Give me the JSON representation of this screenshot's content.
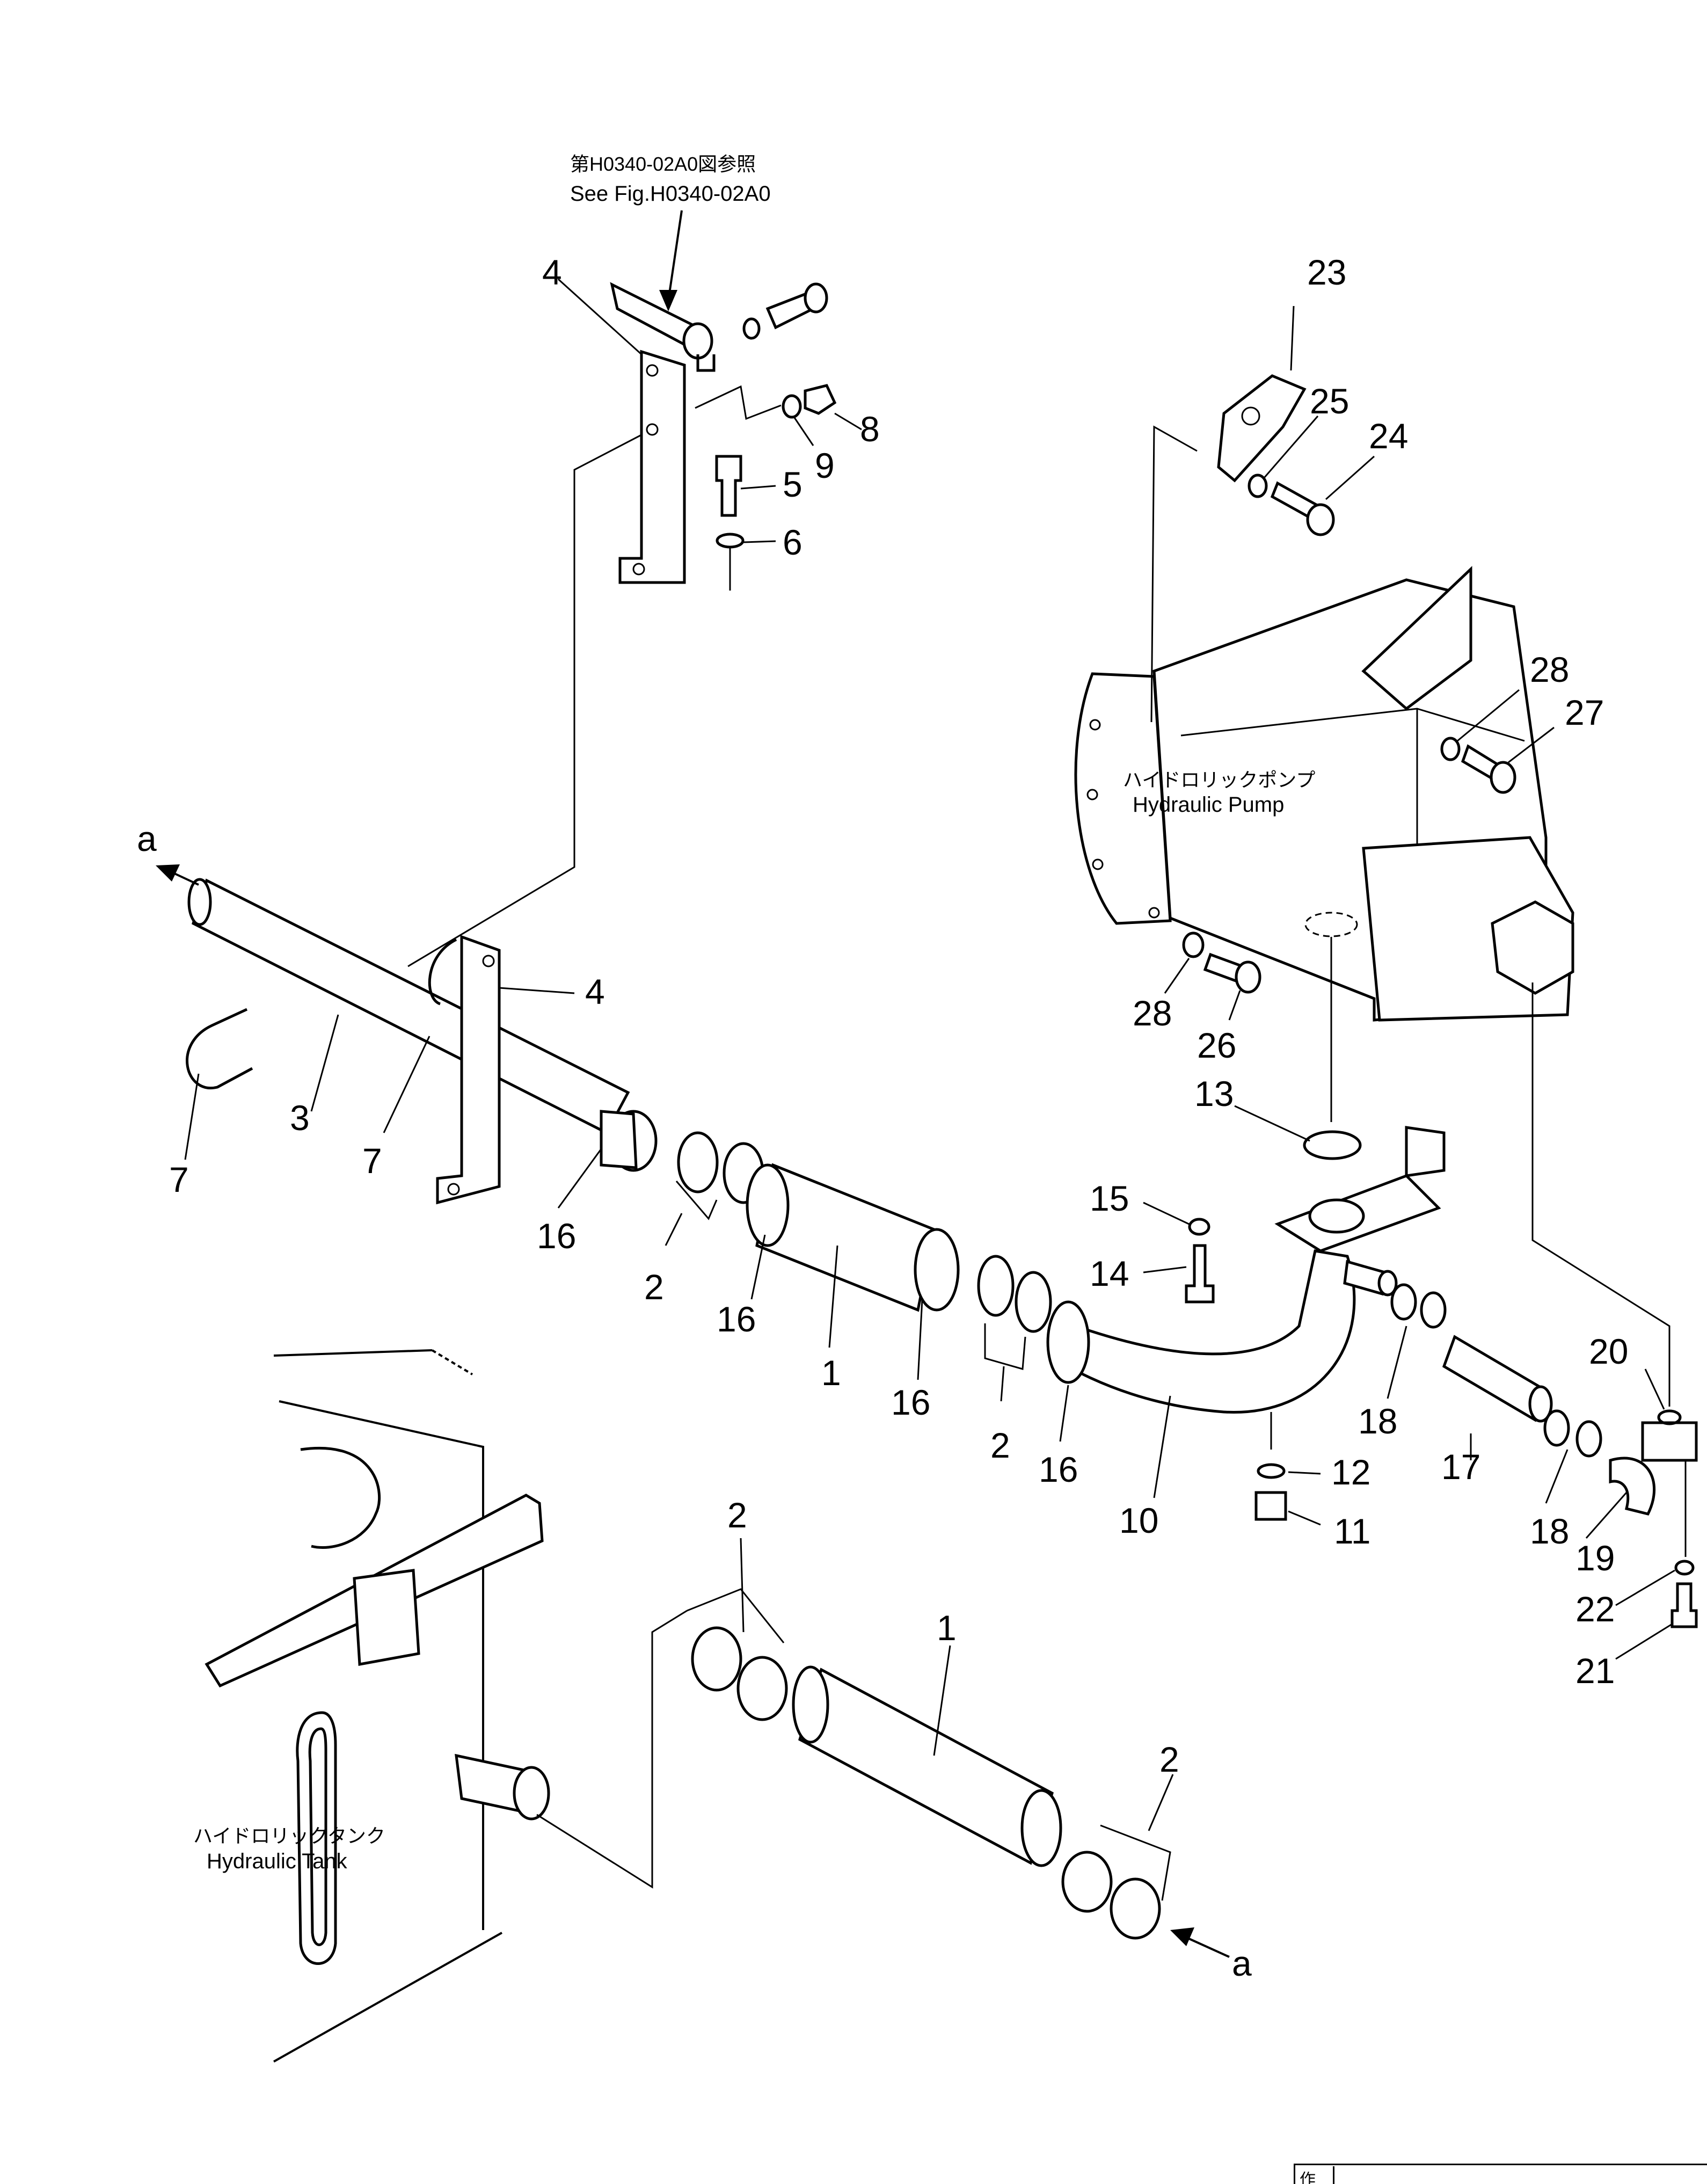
{
  "reference": {
    "jp": "第H0340-02A0図参照",
    "en": "See Fig.H0340-02A0"
  },
  "components": {
    "pump_jp": "ハイドロリックポンプ",
    "pump_en": "Hydraulic Pump",
    "tank_jp": "ハイドロリックタンク",
    "tank_en": "Hydraulic Tank"
  },
  "connection_marks": [
    "a",
    "a"
  ],
  "callouts": [
    "1",
    "1",
    "2",
    "2",
    "2",
    "2",
    "3",
    "4",
    "4",
    "5",
    "6",
    "7",
    "7",
    "8",
    "9",
    "10",
    "11",
    "12",
    "13",
    "14",
    "15",
    "16",
    "16",
    "16",
    "16",
    "17",
    "18",
    "18",
    "19",
    "20",
    "22",
    "21",
    "23",
    "24",
    "25",
    "26",
    "27",
    "28",
    "28"
  ],
  "title_block": {
    "cell1": "作",
    "cell2": ""
  }
}
